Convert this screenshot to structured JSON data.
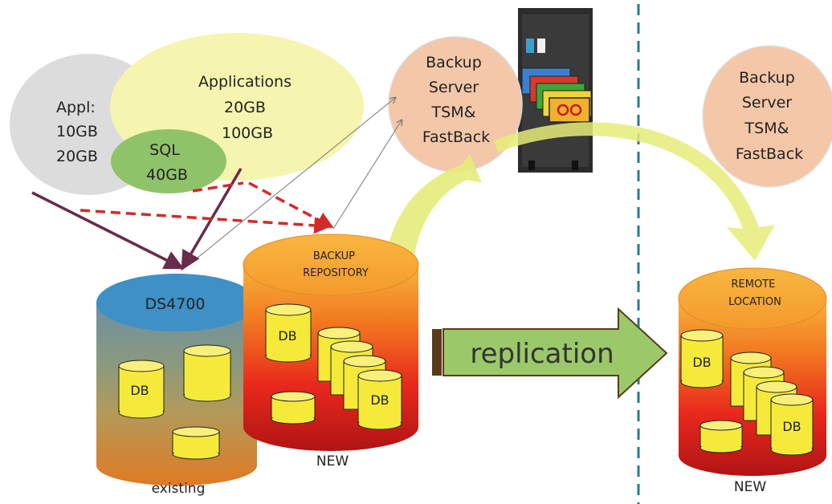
{
  "ellipses": {
    "appl": {
      "lines": [
        "Appl:",
        "10GB",
        "20GB"
      ]
    },
    "applications": {
      "lines": [
        "Applications",
        "20GB",
        "100GB"
      ]
    },
    "sql": {
      "lines": [
        "SQL",
        "40GB"
      ]
    },
    "backup_server_left": {
      "lines": [
        "Backup",
        "Server",
        "TSM&",
        "FastBack"
      ]
    },
    "backup_server_right": {
      "lines": [
        "Backup",
        "Server",
        "TSM&",
        "FastBack"
      ]
    }
  },
  "cylinders": {
    "ds4700": {
      "label": "DS4700",
      "caption": "existing"
    },
    "backup_repository": {
      "label_lines": [
        "BACKUP",
        "REPOSITORY"
      ],
      "caption": "NEW"
    },
    "remote_location": {
      "label_lines": [
        "REMOTE",
        "LOCATION"
      ],
      "caption": "NEW"
    }
  },
  "db_label": "DB",
  "replication_label": "replication",
  "colors": {
    "gray_ellipse": "#dcdcdc",
    "yellow_ellipse": "#f5f5b0",
    "green_ellipse": "#8fc36a",
    "peach_ellipse": "#f4c7a8",
    "ds4700_top": "#3f90c6",
    "arrow_green": "#9bc96a",
    "curve_yellow": "#e6ec7a",
    "dashed_red": "#d42a2a",
    "divider": "#2f7a8a",
    "db_yellow": "#f5ea3a"
  }
}
